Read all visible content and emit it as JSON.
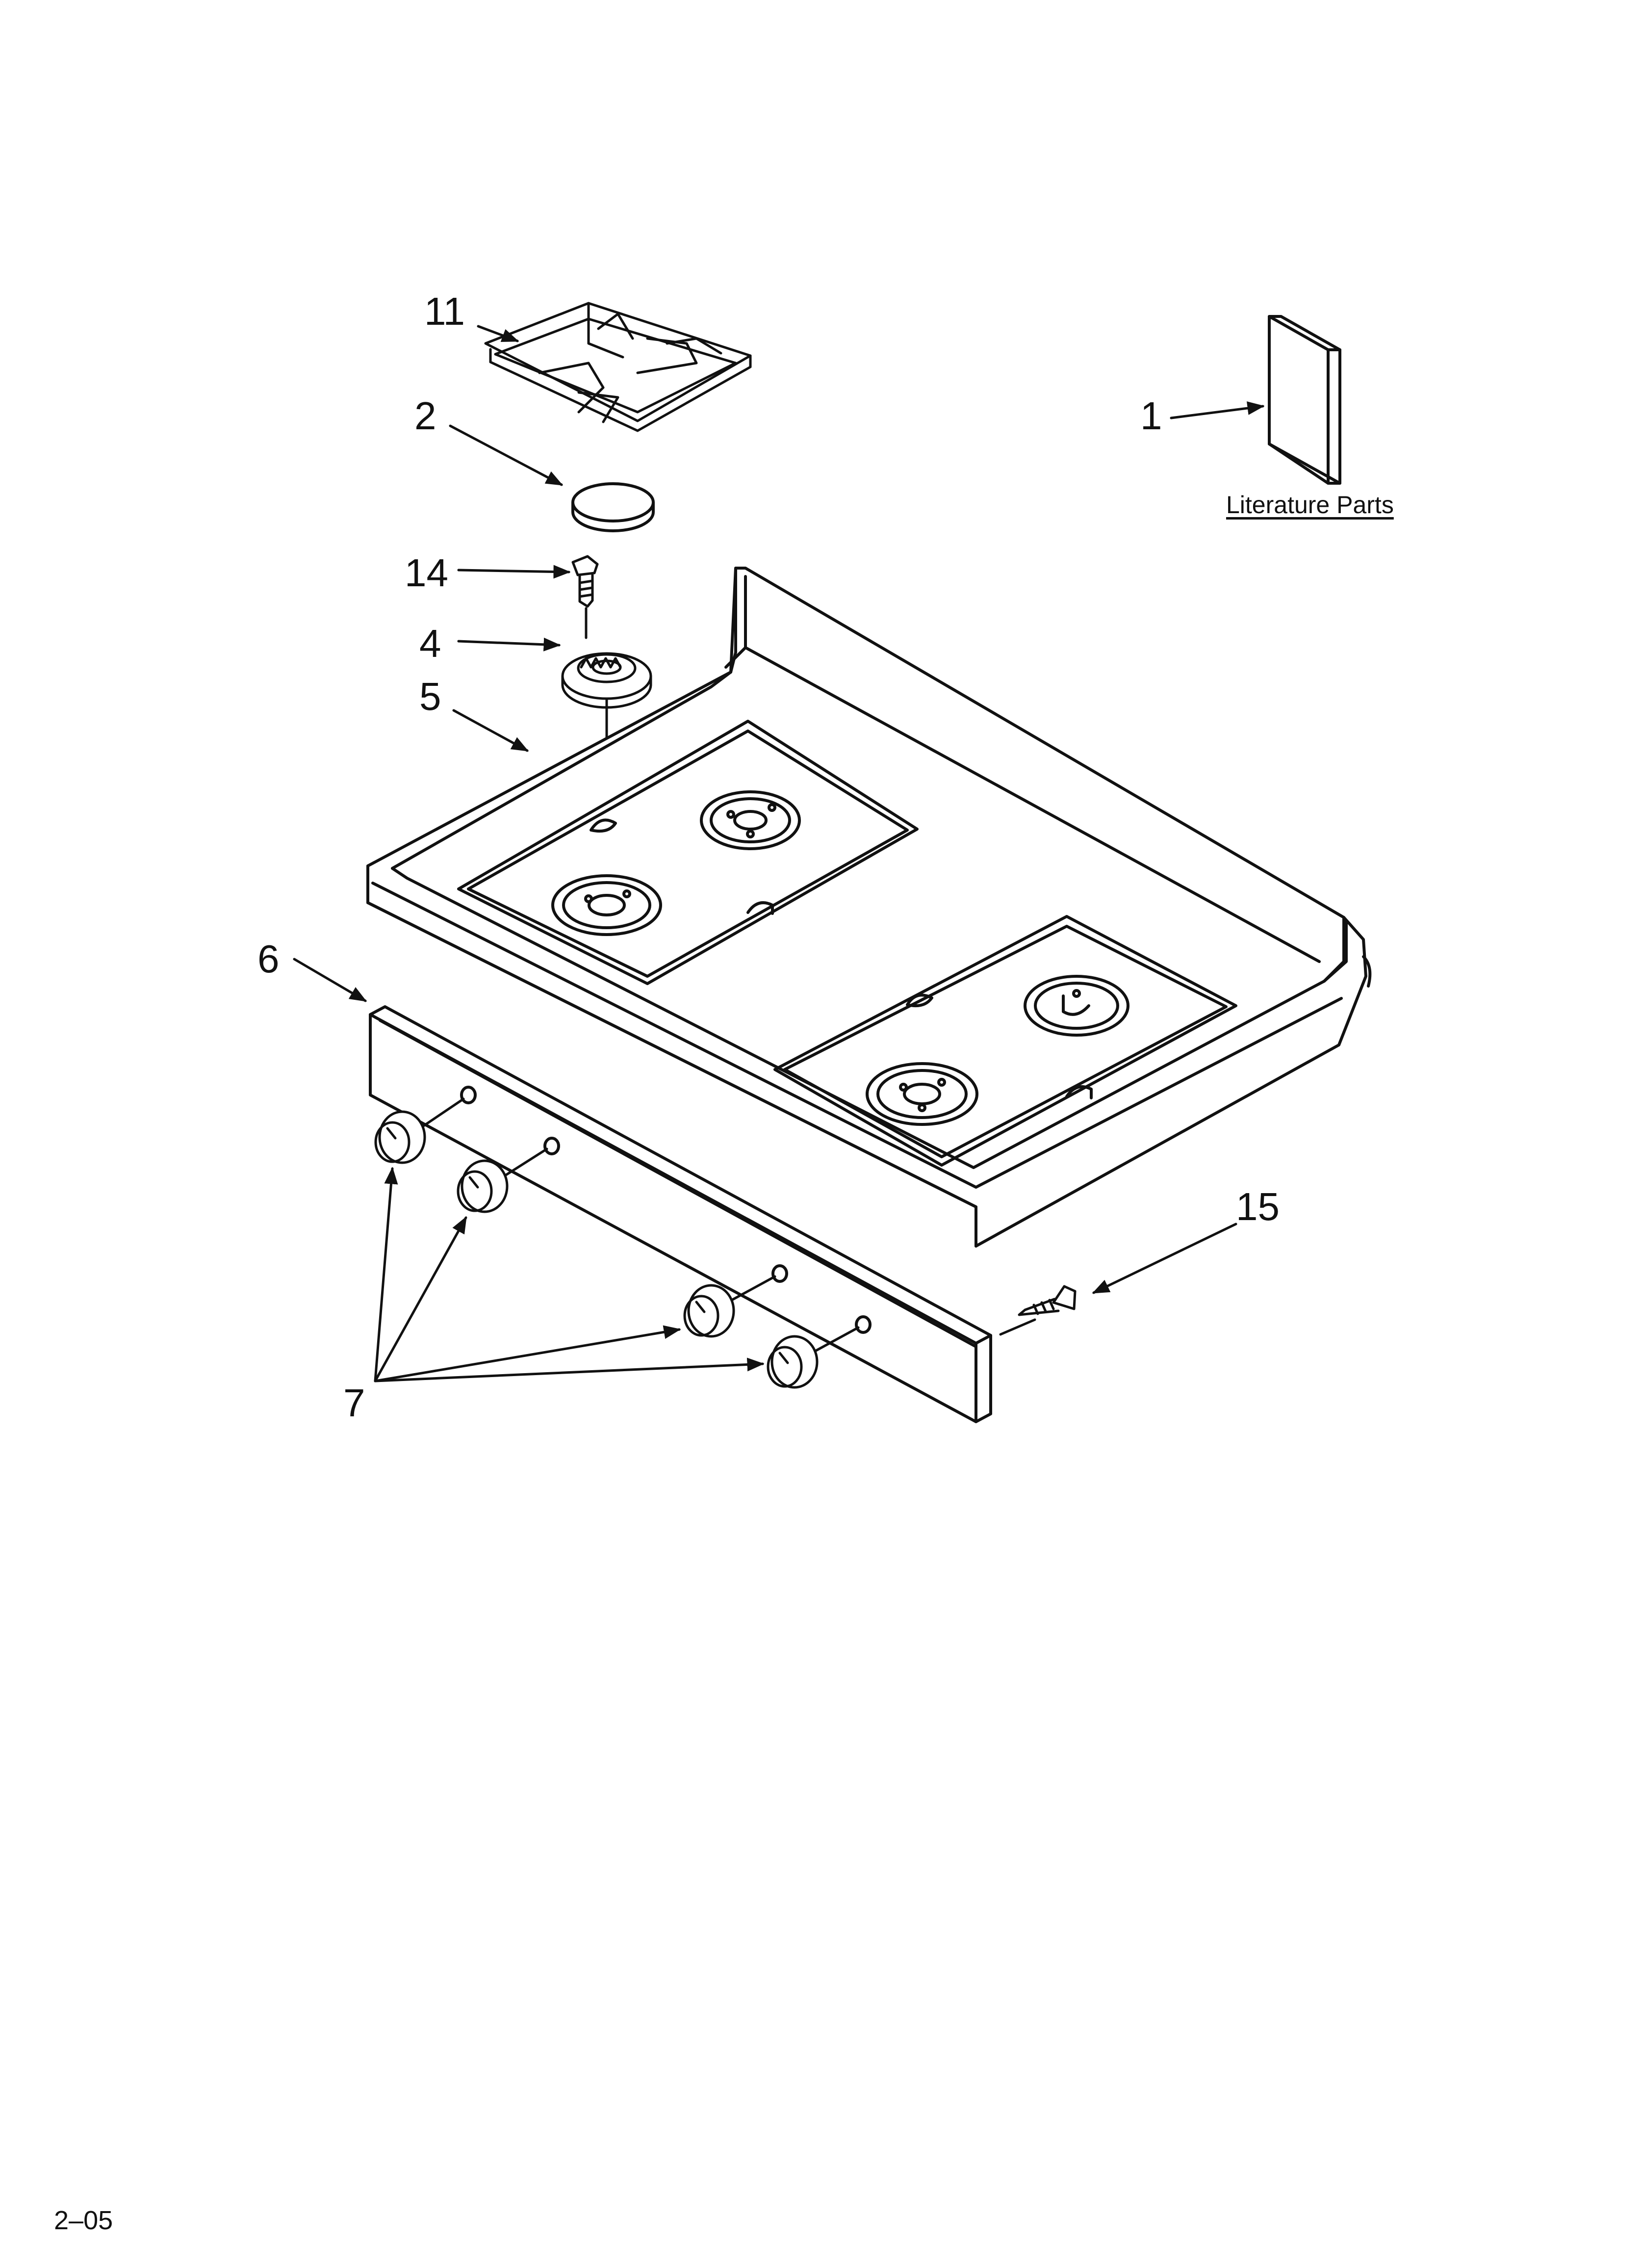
{
  "callouts": {
    "c1": "1",
    "c2": "2",
    "c4": "4",
    "c5": "5",
    "c6": "6",
    "c7": "7",
    "c11": "11",
    "c14": "14",
    "c15": "15"
  },
  "literature_label": "Literature Parts",
  "page_code": "2–05",
  "colors": {
    "line": "#111111",
    "background": "#ffffff"
  }
}
